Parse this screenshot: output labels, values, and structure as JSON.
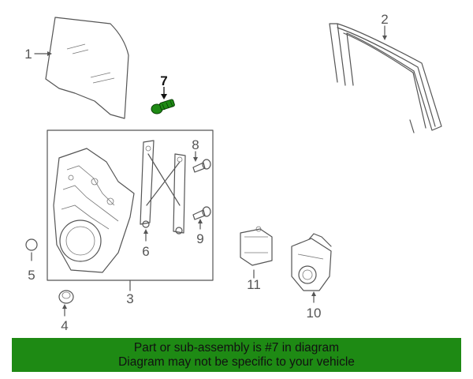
{
  "diagram": {
    "highlight_color": "#1e8a14",
    "line_color": "#555555",
    "callouts": [
      {
        "id": "1",
        "label": "1"
      },
      {
        "id": "2",
        "label": "2"
      },
      {
        "id": "3",
        "label": "3"
      },
      {
        "id": "4",
        "label": "4"
      },
      {
        "id": "5",
        "label": "5"
      },
      {
        "id": "6",
        "label": "6"
      },
      {
        "id": "7",
        "label": "7",
        "highlighted": true
      },
      {
        "id": "8",
        "label": "8"
      },
      {
        "id": "9",
        "label": "9"
      },
      {
        "id": "10",
        "label": "10"
      },
      {
        "id": "11",
        "label": "11"
      }
    ]
  },
  "banner": {
    "line1": "Part or sub-assembly is #7 in diagram",
    "line2": "Diagram may not be specific to your vehicle",
    "background": "#1e8a14"
  }
}
